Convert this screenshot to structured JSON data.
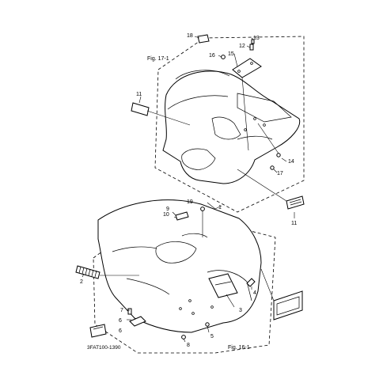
{
  "figure_refs": {
    "upper": "Fig. 17-1",
    "lower": "Fig. 16-1"
  },
  "drawing_code": "3FAT100-1390",
  "callouts": {
    "c1": "1",
    "c2": "2",
    "c3": "3",
    "c4": "4",
    "c5": "5",
    "c6a": "6",
    "c6b": "6",
    "c7": "7",
    "c8": "8",
    "c9": "9",
    "c10": "10",
    "c11a": "11",
    "c11b": "11",
    "c12": "12",
    "c13": "13",
    "c14": "14",
    "c15": "15",
    "c16": "16",
    "c17": "17",
    "c18": "18",
    "c19": "19"
  }
}
